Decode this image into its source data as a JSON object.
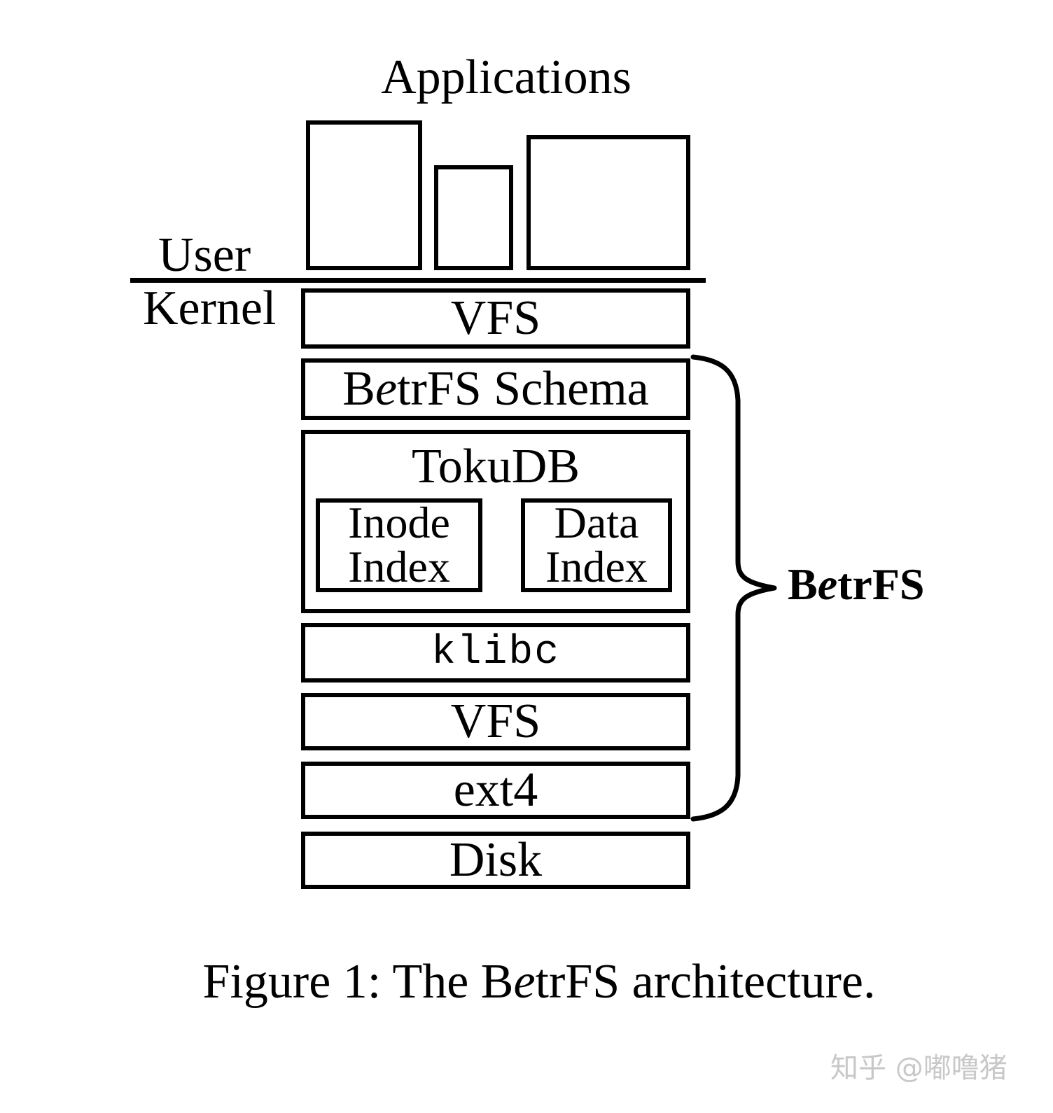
{
  "title": "Applications",
  "labels": {
    "user": "User",
    "kernel": "Kernel"
  },
  "stack": {
    "vfs_top": "VFS",
    "schema": {
      "prefix": "B",
      "italic_e": "e",
      "suffix": "trFS Schema"
    },
    "tokudb": "TokuDB",
    "inode_index": {
      "line1": "Inode",
      "line2": "Index"
    },
    "data_index": {
      "line1": "Data",
      "line2": "Index"
    },
    "klibc": "klibc",
    "vfs_bottom": "VFS",
    "ext4": "ext4",
    "disk": "Disk"
  },
  "brace_label": {
    "prefix": "B",
    "italic_e": "e",
    "suffix": "trFS"
  },
  "caption": {
    "prefix": "Figure 1: The B",
    "italic_e": "e",
    "suffix": "trFS architecture."
  },
  "watermark": {
    "text": "知乎 @嘟噜猪",
    "color": "#c8c8c8"
  },
  "colors": {
    "ink": "#000000",
    "background": "#ffffff"
  }
}
